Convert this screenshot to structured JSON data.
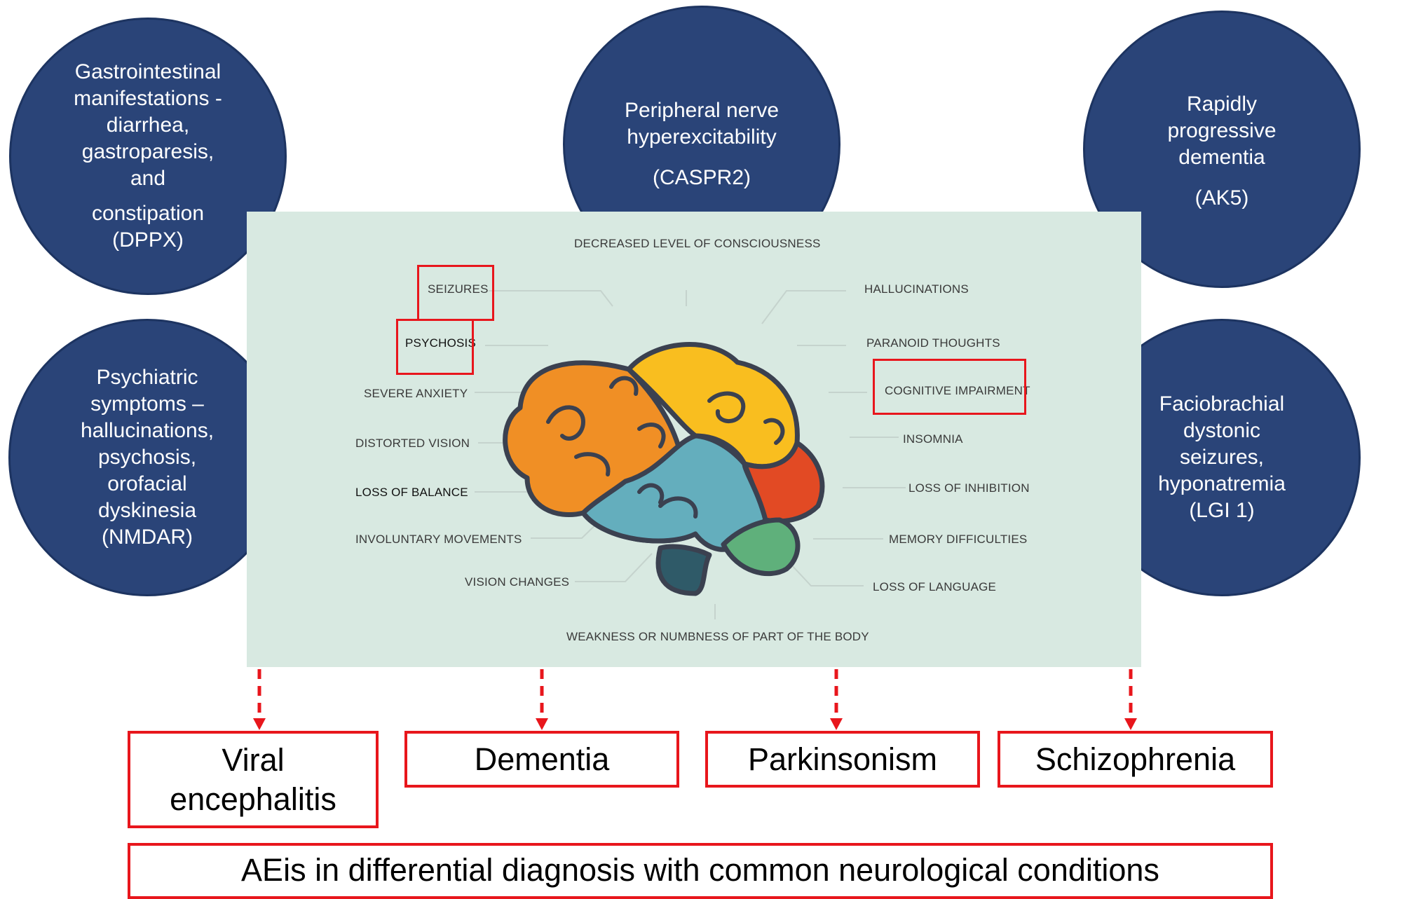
{
  "circles": {
    "gi": {
      "text": "Gastrointestinal manifestations - diarrhea, gastroparesis, and",
      "sub": "constipation (DPPX)"
    },
    "peripheral": {
      "text": "Peripheral nerve hyperexcitability",
      "sub": "(CASPR2)"
    },
    "dementia": {
      "text": "Rapidly progressive dementia",
      "sub": "(AK5)"
    },
    "psychiatric": {
      "text": "Psychiatric symptoms – hallucinations, psychosis, orofacial dyskinesia (NMDAR)"
    },
    "faciobrachial": {
      "text": "Faciobrachial dystonic seizures, hyponatremia (LGI 1)"
    }
  },
  "symptoms": {
    "consciousness": "DECREASED LEVEL OF CONSCIOUSNESS",
    "seizures": "SEIZURES",
    "psychosis": "PSYCHOSIS",
    "anxiety": "SEVERE ANXIETY",
    "vision_distorted": "DISTORTED VISION",
    "balance": "LOSS OF BALANCE",
    "involuntary": "INVOLUNTARY MOVEMENTS",
    "vision_changes": "VISION CHANGES",
    "hallucinations": "HALLUCINATIONS",
    "paranoid": "PARANOID THOUGHTS",
    "cognitive": "COGNITIVE IMPAIRMENT",
    "insomnia": "INSOMNIA",
    "inhibition": "LOSS OF INHIBITION",
    "memory": "MEMORY DIFFICULTIES",
    "language": "LOSS OF LANGUAGE",
    "weakness": "WEAKNESS OR NUMBNESS OF PART OF THE BODY"
  },
  "diagnoses": {
    "viral": "Viral encephalitis",
    "dementia": "Dementia",
    "parkinsonism": "Parkinsonism",
    "schizophrenia": "Schizophrenia"
  },
  "footer": "AEis in differential diagnosis with common neurological conditions",
  "colors": {
    "circle": "#2a4478",
    "highlight": "#e8161c",
    "panel": "#d8e9e1"
  }
}
